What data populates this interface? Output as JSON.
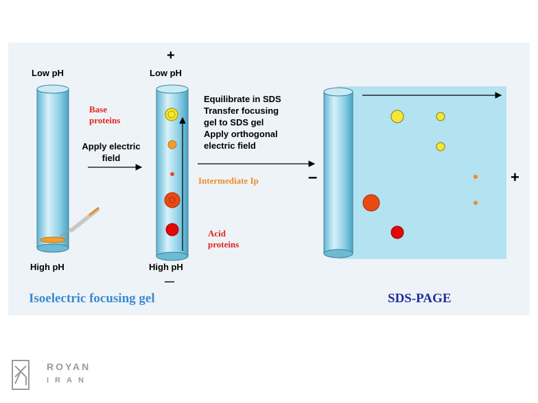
{
  "tube1": {
    "top_label": "Low pH",
    "bottom_label": "High pH"
  },
  "tube2": {
    "top_sign": "+",
    "top_label": "Low pH",
    "bottom_label": "High pH",
    "bottom_sign": "—"
  },
  "labels": {
    "base_proteins": [
      "Base",
      "proteins"
    ],
    "apply_field": [
      "Apply electric",
      "field"
    ],
    "intermediate": "Intermediate Ip",
    "acid_proteins": [
      "Acid",
      "proteins"
    ],
    "sds_steps": [
      "Equilibrate in SDS",
      "Transfer focusing",
      "gel to SDS gel",
      "Apply orthogonal",
      "electric field"
    ],
    "minus": "–",
    "plus": "+"
  },
  "titles": {
    "left": "Isoelectric  focusing gel",
    "right": "SDS-PAGE"
  },
  "logo": {
    "line1": "ROYAN",
    "line2": "IRAN"
  },
  "colors": {
    "tube": "#8fd0e6",
    "gel": "#b3e2f0",
    "red": "#e2231a",
    "orange": "#f08a24",
    "yellow": "#f5e63a"
  }
}
